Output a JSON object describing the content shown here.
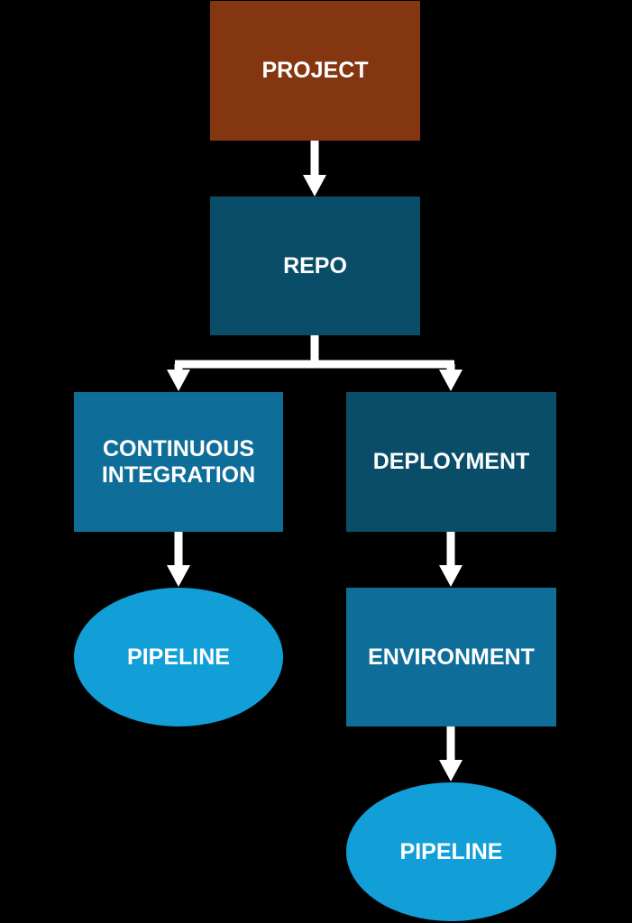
{
  "nodes": {
    "project": {
      "label": "PROJECT"
    },
    "repo": {
      "label": "REPO"
    },
    "ci": {
      "line1": "CONTINUOUS",
      "line2": "INTEGRATION"
    },
    "deployment": {
      "label": "DEPLOYMENT"
    },
    "environment": {
      "label": "ENVIRONMENT"
    },
    "ci_pipeline": {
      "label": "PIPELINE"
    },
    "env_pipeline": {
      "label": "PIPELINE"
    }
  },
  "colors": {
    "project": "#843611",
    "repo": "#0a4d68",
    "ci": "#0f6e99",
    "deployment": "#0a4d68",
    "environment": "#0f6e99",
    "pipeline": "#129fd8",
    "arrow": "#ffffff",
    "background": "#000000"
  }
}
